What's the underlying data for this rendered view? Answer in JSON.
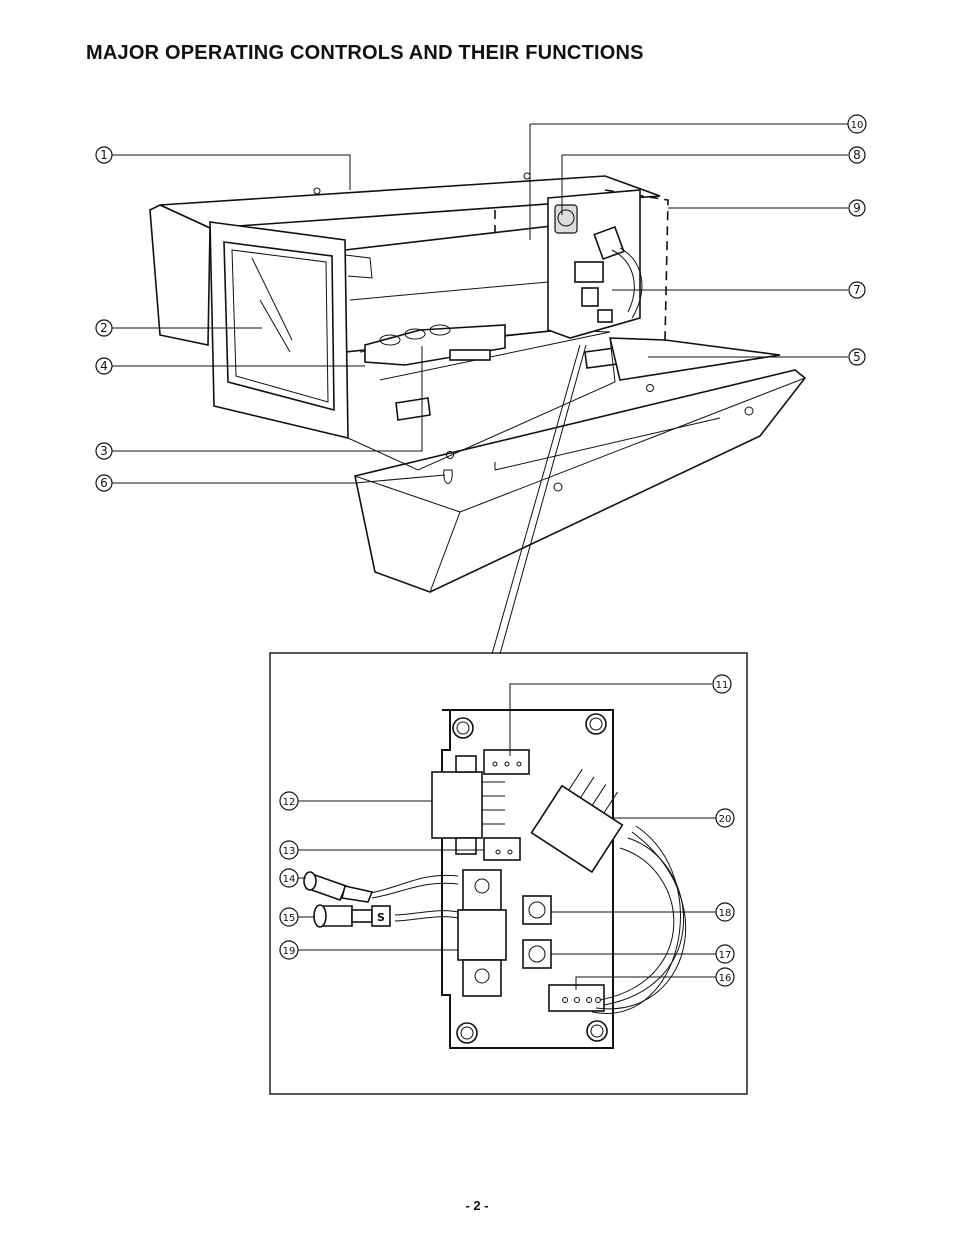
{
  "page": {
    "title": "MAJOR OPERATING CONTROLS AND THEIR FUNCTIONS",
    "page_number": "- 2 -"
  },
  "callouts": {
    "c1": "1",
    "c2": "2",
    "c3": "3",
    "c4": "4",
    "c5": "5",
    "c6": "6",
    "c7": "7",
    "c8": "8",
    "c9": "9",
    "c10": "10",
    "c11": "11",
    "c12": "12",
    "c13": "13",
    "c14": "14",
    "c15": "15",
    "c16": "16",
    "c17": "17",
    "c18": "18",
    "c19": "19",
    "c20": "20"
  },
  "board": {
    "connector_label": "S"
  }
}
